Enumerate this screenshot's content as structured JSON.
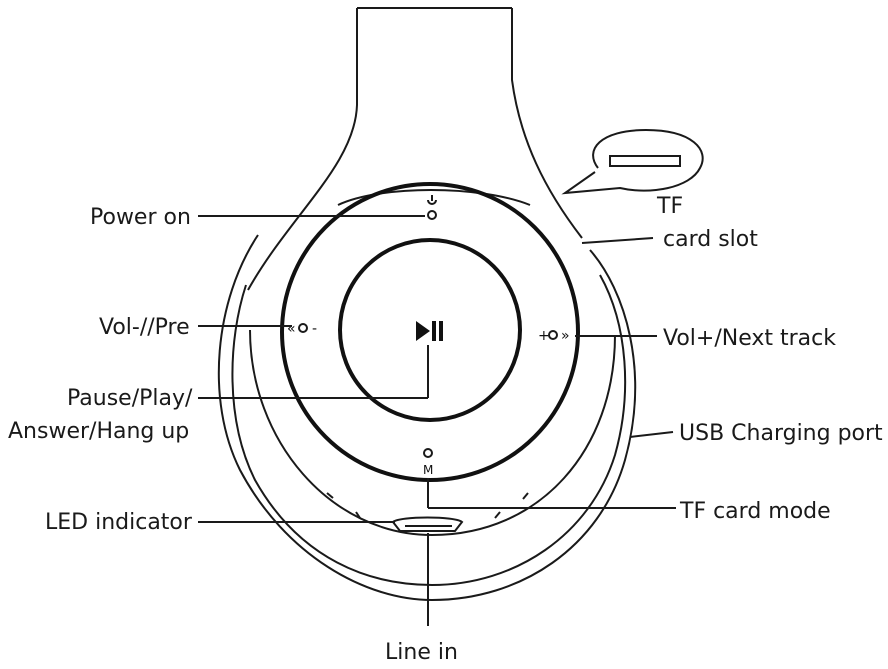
{
  "labels": {
    "power_on": "Power on",
    "vol_minus": "Vol-//Pre",
    "pause_play_1": "Pause/Play/",
    "pause_play_2": "Answer/Hang up",
    "led": "LED indicator",
    "line_in": "Line in",
    "tf_slot_1": "TF",
    "tf_slot_2": "card slot",
    "vol_plus": "Vol+/Next track",
    "usb": "USB Charging port",
    "tf_mode": "TF card mode"
  },
  "button_symbols": {
    "mode": "M",
    "prev": "«",
    "next": "»",
    "minus": "-",
    "plus": "+"
  },
  "icons": [
    "power-icon",
    "play-pause-icon",
    "tf-card-icon"
  ]
}
